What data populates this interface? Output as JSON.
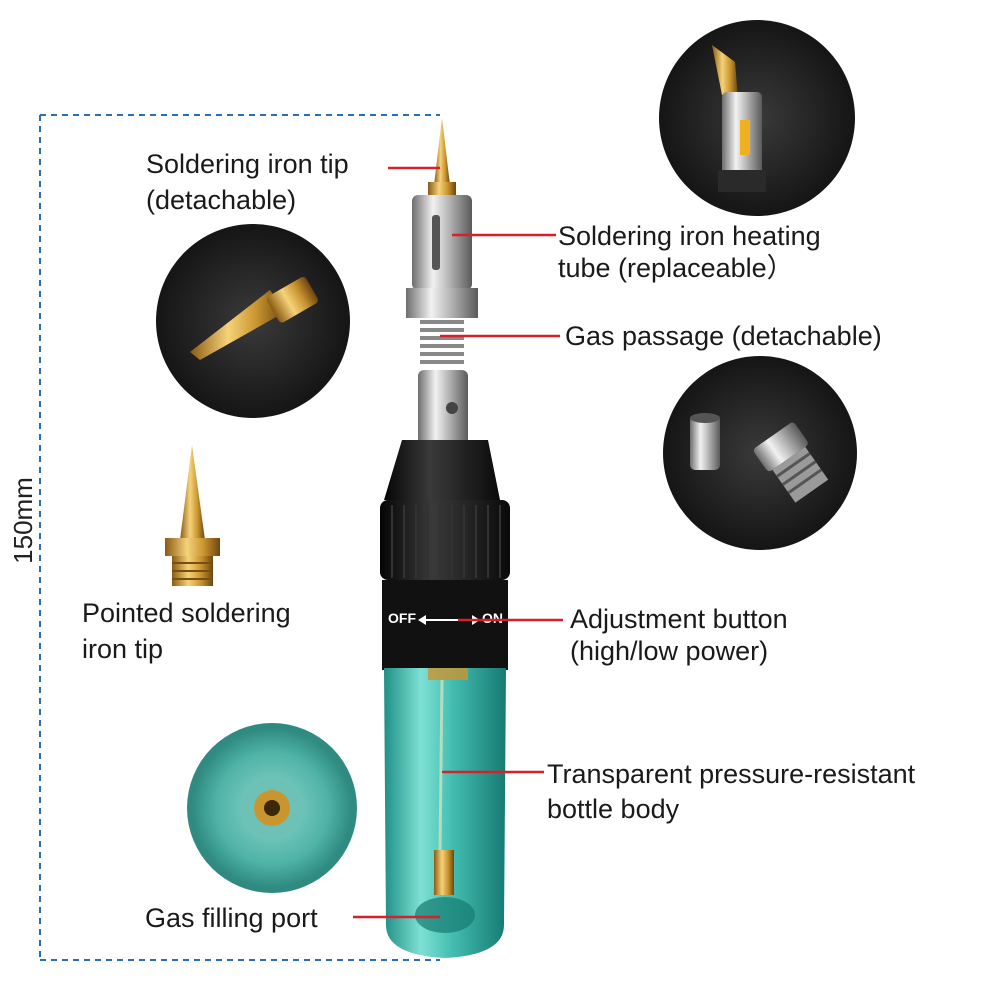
{
  "dimension": {
    "height_label": "150mm"
  },
  "labels": {
    "iron_tip_line1": "Soldering iron tip",
    "iron_tip_line2": "(detachable)",
    "heating_tube_line1": "Soldering iron heating",
    "heating_tube_line2": "tube (replaceable）",
    "gas_passage": "Gas passage (detachable)",
    "pointed_tip_line1": "Pointed soldering",
    "pointed_tip_line2": "iron tip",
    "adjust_line1": "Adjustment button",
    "adjust_line2": "(high/low power)",
    "bottle_line1": "Transparent pressure-resistant",
    "bottle_line2": "bottle body",
    "filling_port": "Gas filling port"
  },
  "switch": {
    "off": "OFF",
    "on": "ON"
  },
  "colors": {
    "pointer": "#d6202a",
    "dimension_line": "#2a6fb0",
    "bottle": "#3fb8aa"
  }
}
